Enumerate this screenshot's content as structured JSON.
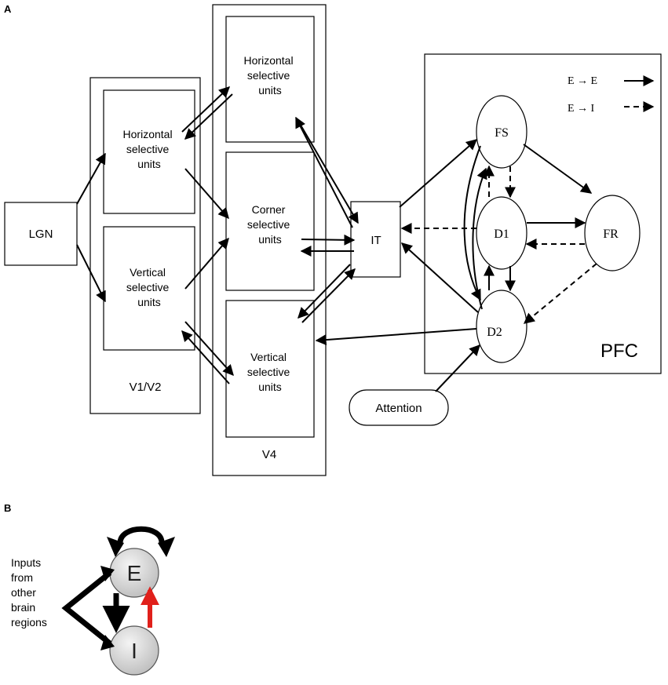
{
  "panel_a": {
    "label": "A",
    "lgn": "LGN",
    "v1v2": {
      "title": "V1/V2",
      "horizontal": [
        "Horizontal",
        "selective",
        "units"
      ],
      "vertical": [
        "Vertical",
        "selective",
        "units"
      ]
    },
    "v4": {
      "title": "V4",
      "horizontal": [
        "Horizontal",
        "selective",
        "units"
      ],
      "corner": [
        "Corner",
        "selective",
        "units"
      ],
      "vertical": [
        "Vertical",
        "selective",
        "units"
      ]
    },
    "it": "IT",
    "pfc": {
      "title": "PFC",
      "nodes": {
        "fs": "FS",
        "d1": "D1",
        "d2": "D2",
        "fr": "FR"
      }
    },
    "attention": "Attention",
    "legend": {
      "ee": "E → E",
      "ei": "E → I"
    }
  },
  "panel_b": {
    "label": "B",
    "e_node": "E",
    "i_node": "I",
    "inputs": [
      "Inputs",
      "from",
      "other",
      "brain",
      "regions"
    ],
    "inhibitory_color": "#e0201b"
  }
}
